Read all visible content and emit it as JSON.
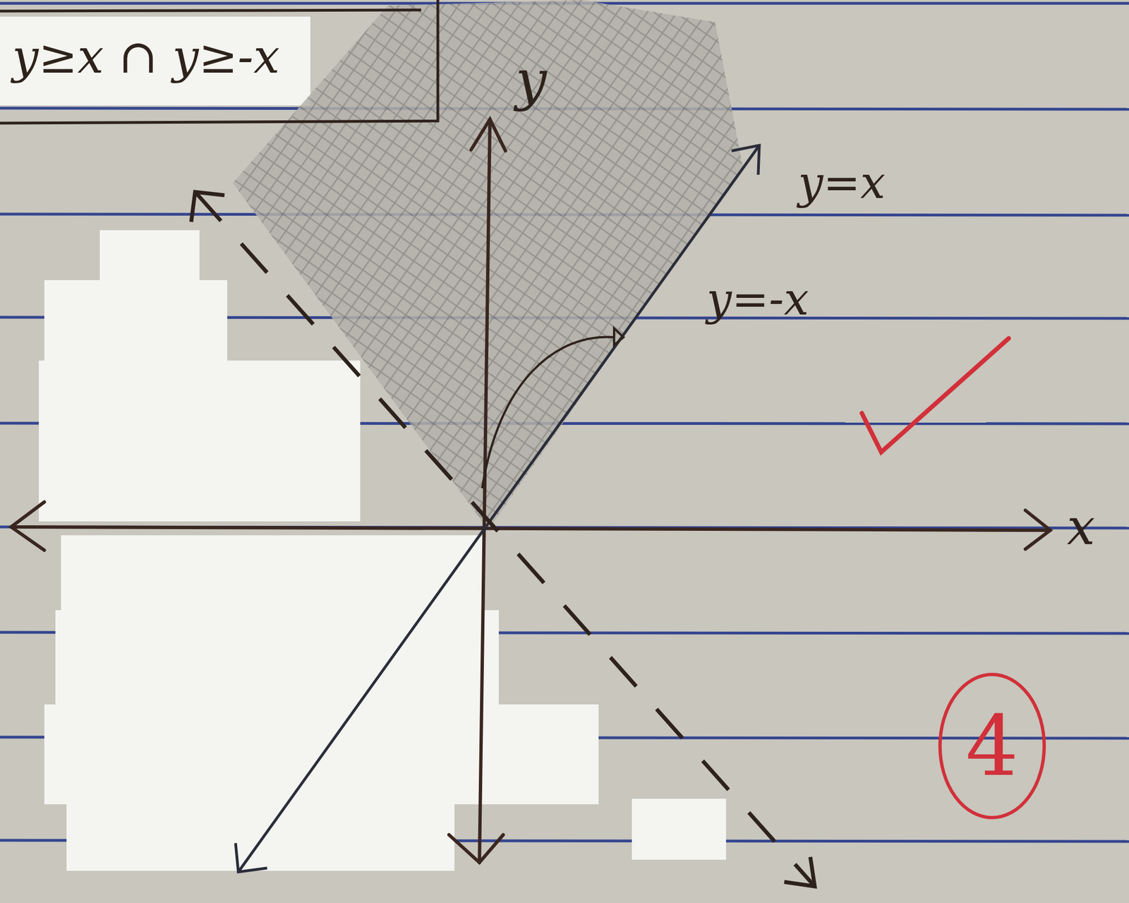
{
  "diagram": {
    "nodes": [
      {
        "text": [
          "y≥x ∩ y≥-x"
        ]
      },
      {
        "text": [
          "4"
        ]
      }
    ],
    "labels": [
      "y",
      "y=x",
      "y=-x",
      "x"
    ]
  }
}
